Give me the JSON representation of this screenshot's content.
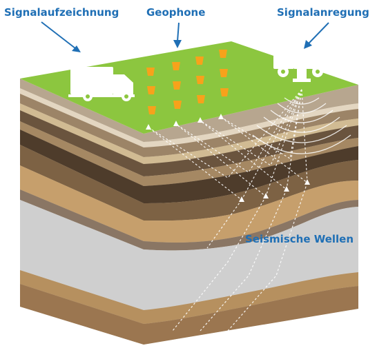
{
  "labels": {
    "recording": "Signalaufzeichnung",
    "geophones": "Geophone",
    "excitation": "Signalanregung",
    "waves": "Seismische Wellen"
  },
  "colors": {
    "label_blue": "#1f6fb5",
    "grass": "#8cc63f",
    "geophone": "#f7a21b",
    "white": "#ffffff"
  },
  "icons": {
    "recording_truck": "truck-icon",
    "vibrator_truck": "vibrator-truck-icon"
  }
}
